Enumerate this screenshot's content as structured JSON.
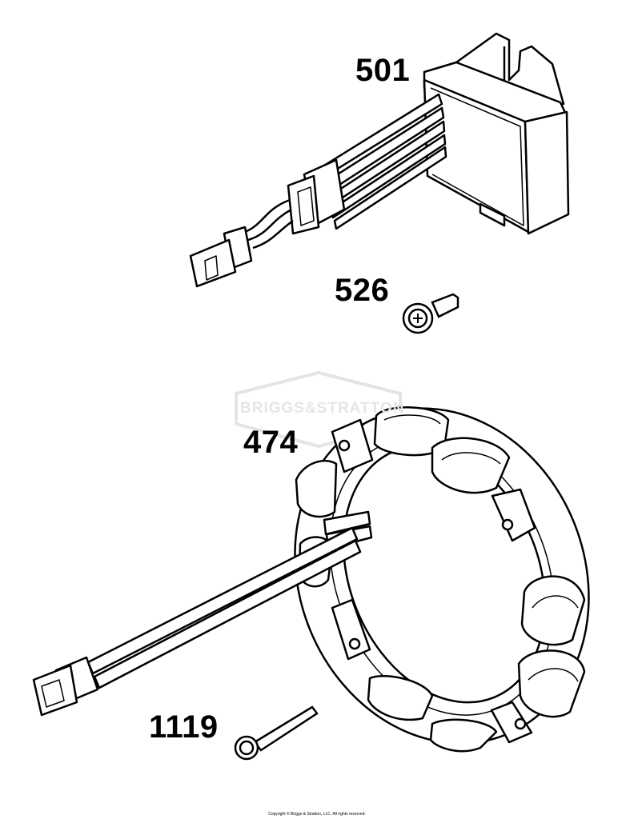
{
  "labels": {
    "regulator": "501",
    "regulator_screw": "526",
    "stator": "474",
    "stator_screw": "1119"
  },
  "watermark": "BRIGGS&STRATTON",
  "copyright": "Copyright © Briggs & Stratton, LLC. All rights reserved."
}
